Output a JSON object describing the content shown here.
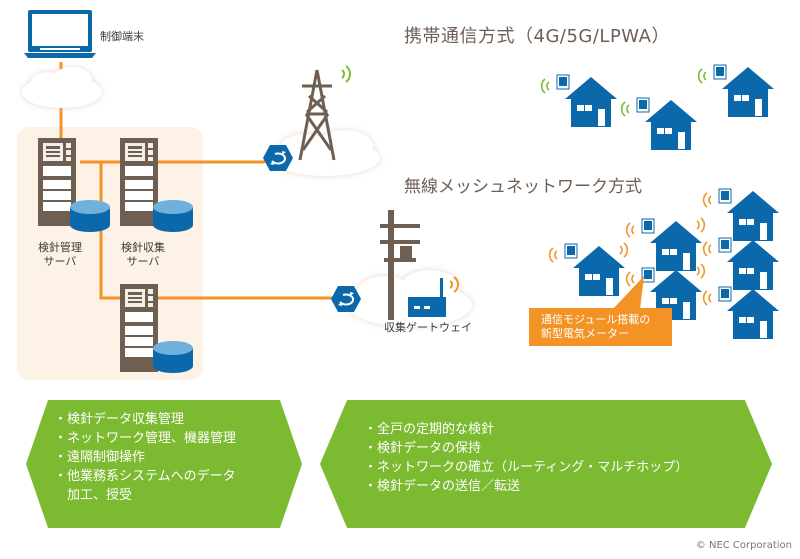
{
  "labels": {
    "control_terminal": "制御端末",
    "meter_mgmt_server": [
      "検針管理",
      "サーバ"
    ],
    "meter_collect_server": [
      "検針収集",
      "サーバ"
    ],
    "gateway": "収集ゲートウェイ"
  },
  "headings": {
    "cellular": "携帯通信方式（4G/5G/LPWA）",
    "mesh": "無線メッシュネットワーク方式"
  },
  "callout": [
    "通信モジュール搭載の",
    "新型電気メーター"
  ],
  "left_panel": {
    "items": [
      "・検針データ収集管理",
      "・ネットワーク管理、機器管理",
      "・遠隔制御操作",
      "・他業務系システムへのデータ",
      "　加工、授受"
    ]
  },
  "right_panel": {
    "items": [
      "・全戸の定期的な検針",
      "・検針データの保持",
      "・ネットワークの確立（ルーティング・マルチホップ）",
      "・検針データの送信／転送"
    ]
  },
  "copyright": "© NEC Corporation",
  "colors": {
    "line": "#f39325",
    "device_blue": "#0b68ab",
    "server_brown": "#6f5f53",
    "panel_green": "#7cba31",
    "signal_green": "#7cba31",
    "signal_orange": "#f39325",
    "zone_bg": "#fdf2e6"
  }
}
